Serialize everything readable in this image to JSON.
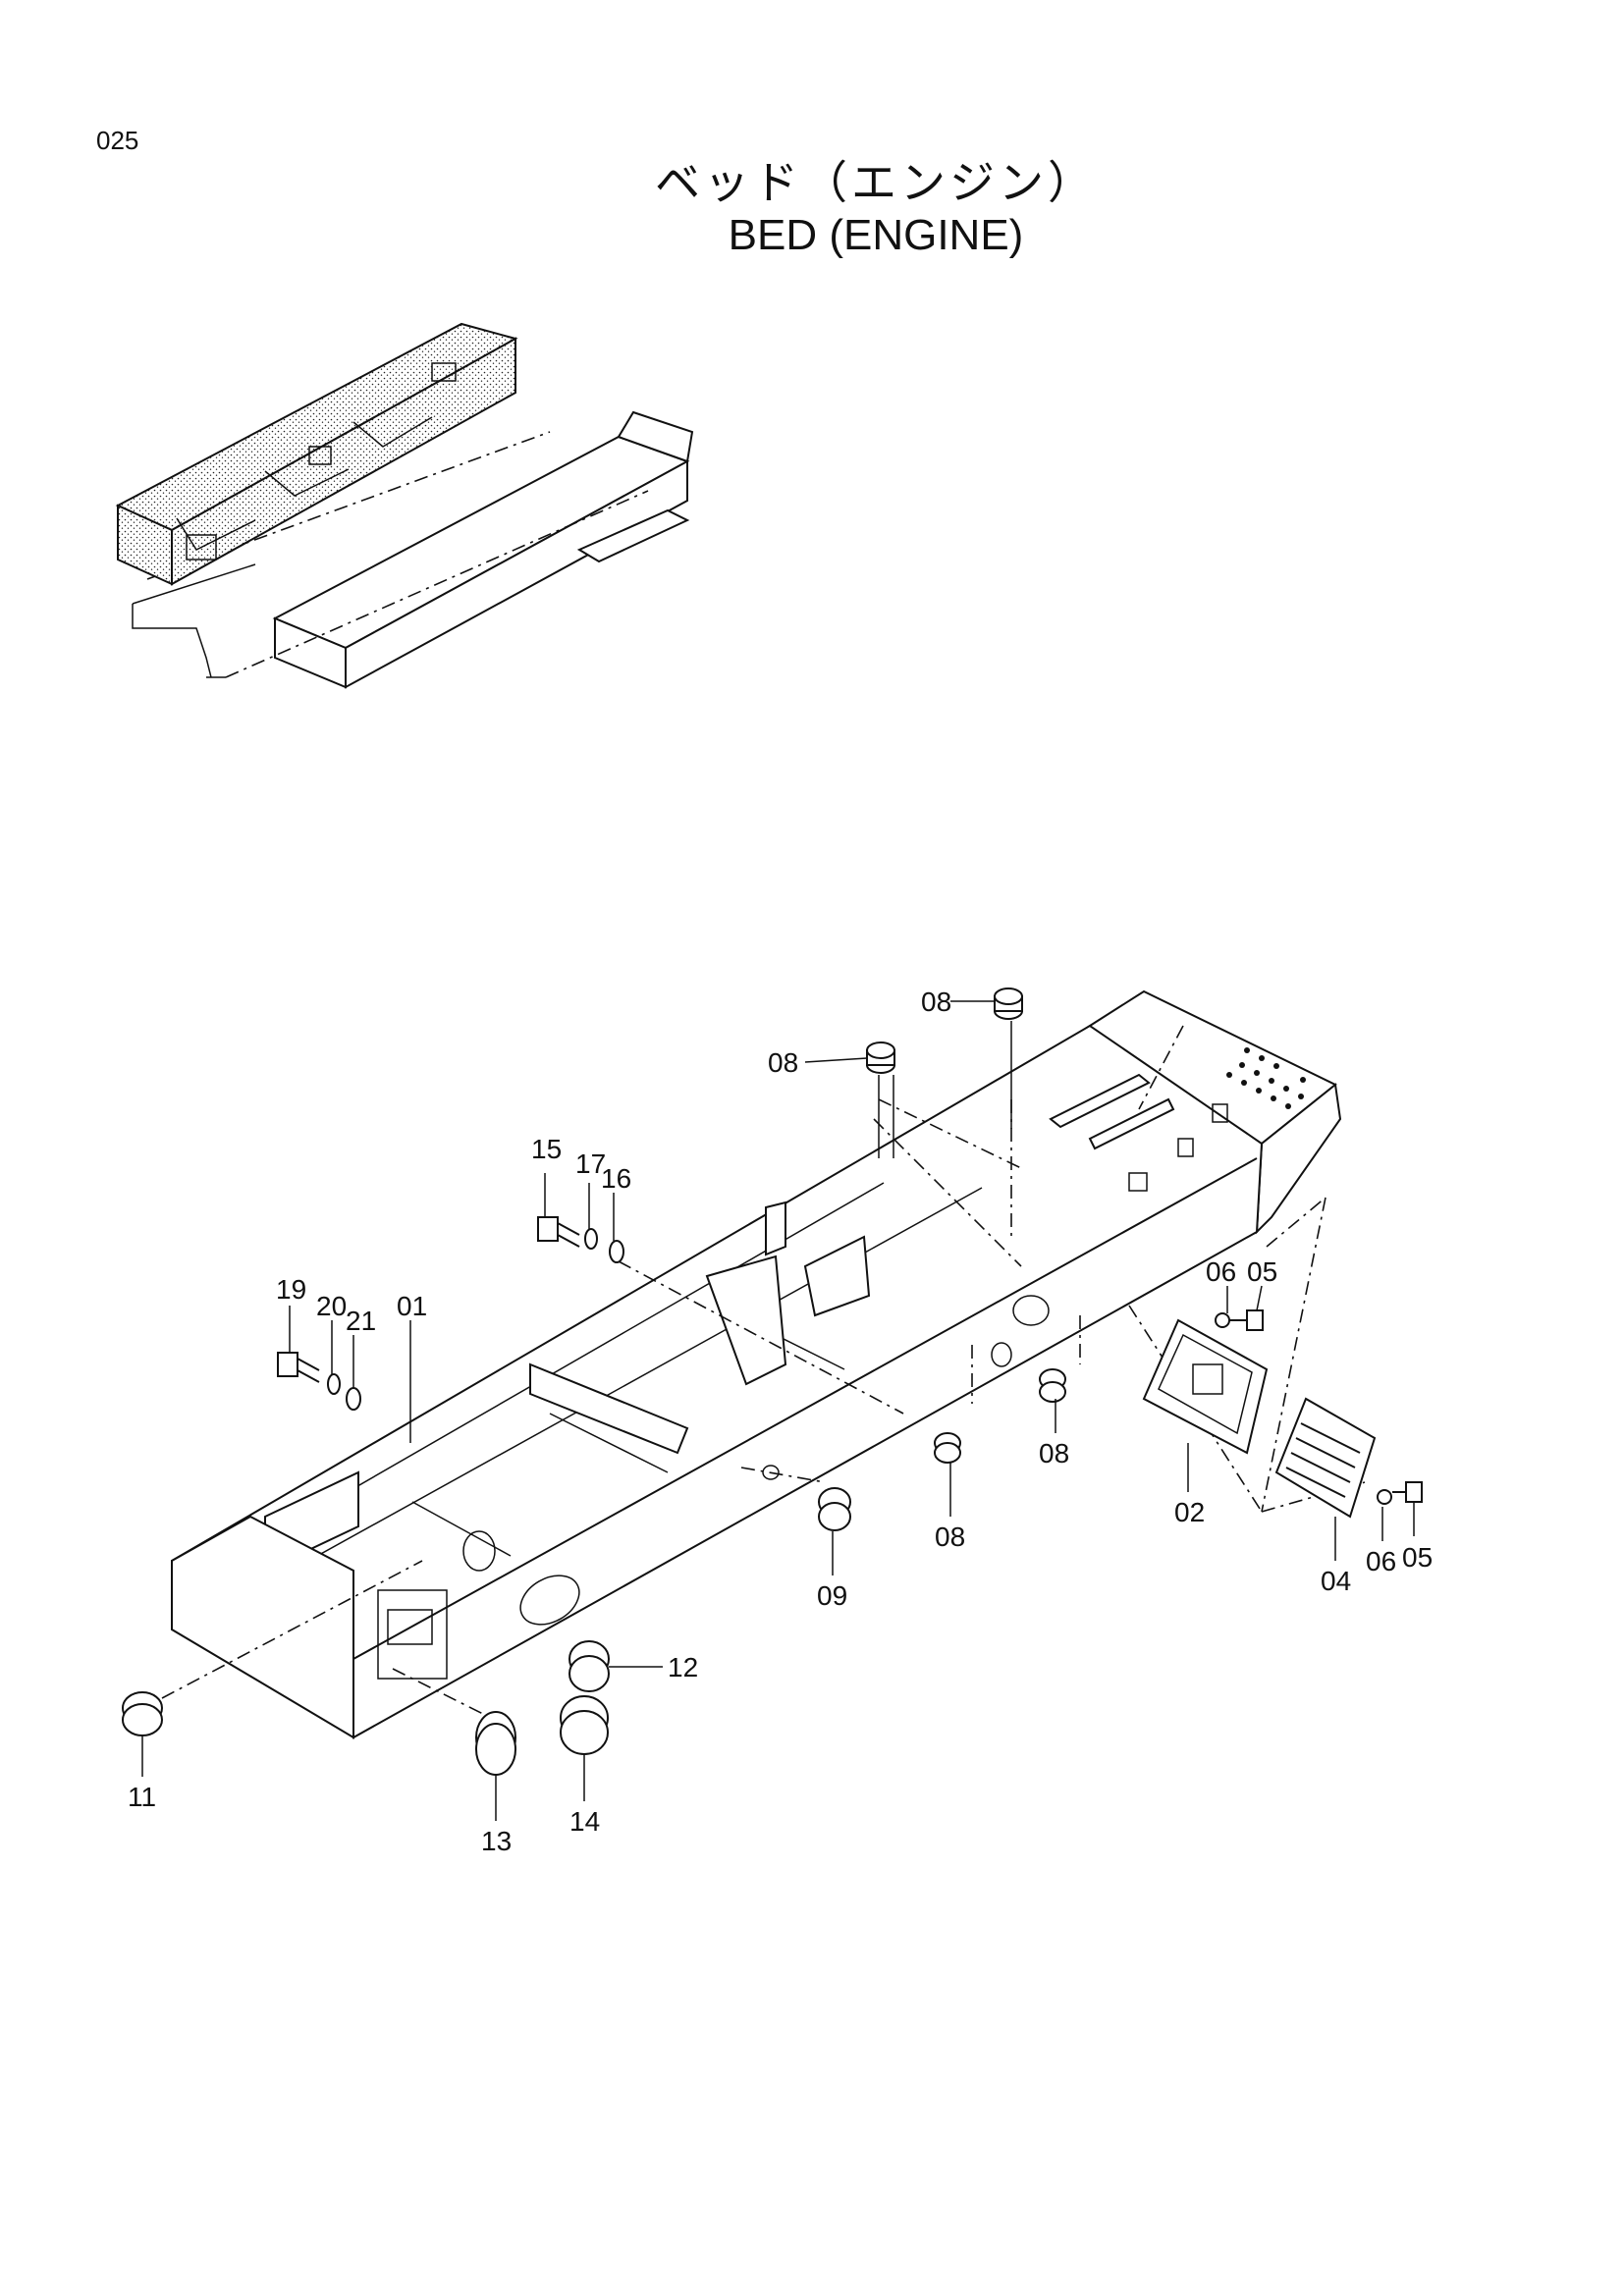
{
  "page_number": "025",
  "title_jp": "ベッド（エンジン）",
  "title_en": "BED (ENGINE)",
  "callouts": {
    "c01": "01",
    "c02": "02",
    "c04": "04",
    "c05a": "05",
    "c05b": "05",
    "c06a": "06",
    "c06b": "06",
    "c08a": "08",
    "c08b": "08",
    "c08c": "08",
    "c08d": "08",
    "c09": "09",
    "c11": "11",
    "c12": "12",
    "c13": "13",
    "c14": "14",
    "c15": "15",
    "c16": "16",
    "c17": "17",
    "c19": "19",
    "c20": "20",
    "c21": "21"
  }
}
